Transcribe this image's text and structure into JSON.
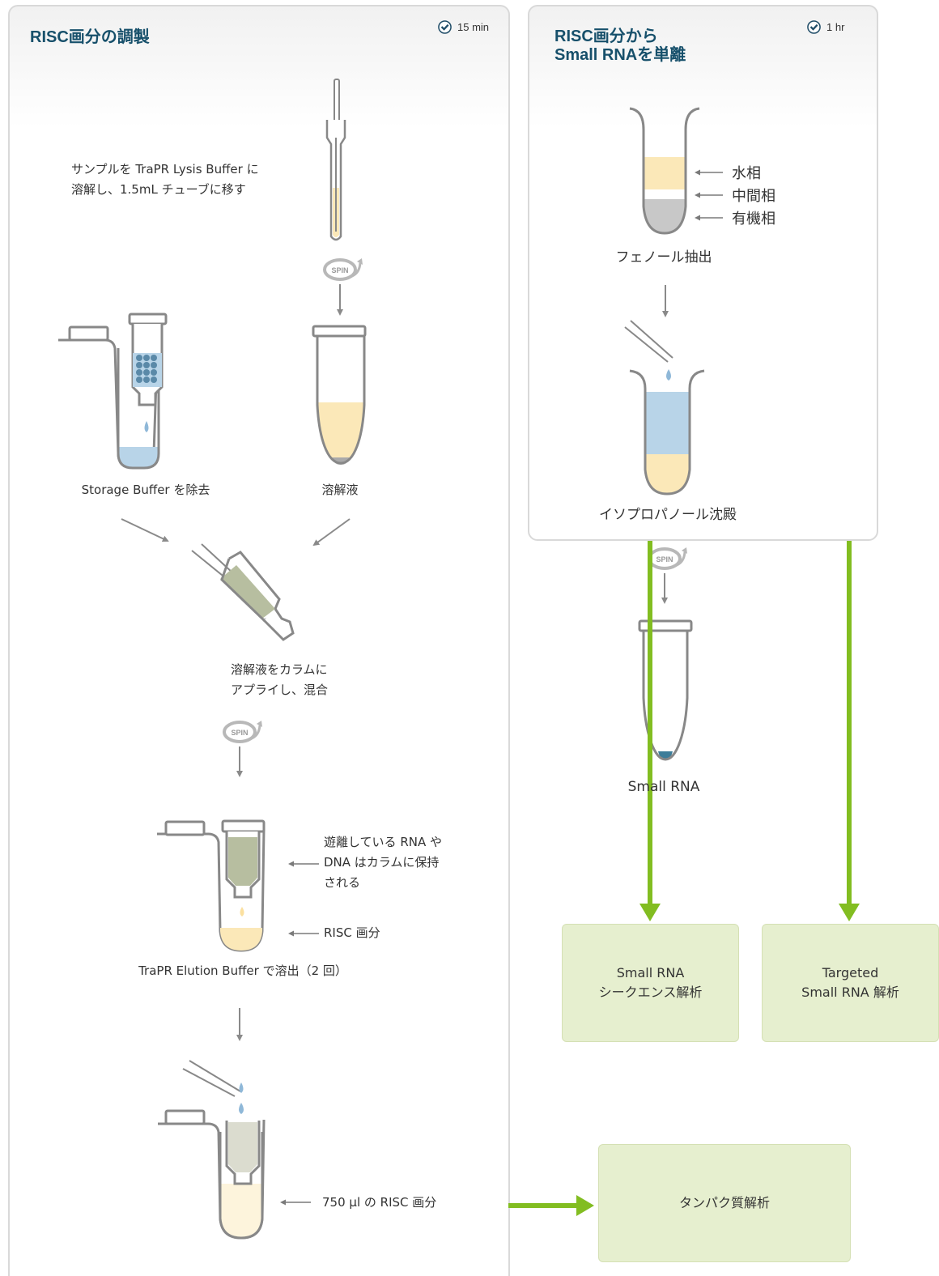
{
  "left_panel": {
    "title": "RISC画分の調製",
    "time": "15 min",
    "step1_text": "サンプルを TraPR Lysis Buffer に\n溶解し、1.5mL チューブに移す",
    "spin_label": "SPIN",
    "label_storage": "Storage Buffer を除去",
    "label_lysate": "溶解液",
    "step_apply": "溶解液をカラムに\nアプライし、混合",
    "annotation_retained": "遊離している RNA や\nDNA はカラムに保持\nされる",
    "annotation_risc": "RISC 画分",
    "step_elute": "TraPR Elution Buffer で溶出（2 回）",
    "annotation_final": "750 µl の RISC 画分"
  },
  "right_panel": {
    "title_line1": "RISC画分から",
    "title_line2": "Small RNAを単離",
    "time": "1 hr",
    "phase_aqueous": "水相",
    "phase_interphase": "中間相",
    "phase_organic": "有機相",
    "label_phenol": "フェノール抽出",
    "label_isopropanol": "イソプロパノール沈殿",
    "spin_label": "SPIN",
    "label_small_rna": "Small RNA"
  },
  "outputs": {
    "box1": "Small RNA\nシークエンス解析",
    "box2": "Targeted\nSmall RNA 解析",
    "box3": "タンパク質解析"
  },
  "colors": {
    "title": "#17506b",
    "lysate": "#fbe8b8",
    "buffer_blue": "#b8d4e8",
    "resin": "#5a89a8",
    "column_mix": "#b7bea0",
    "green_arrow": "#82bd21",
    "output_box": "#e6efcf",
    "outline": "#888888"
  }
}
